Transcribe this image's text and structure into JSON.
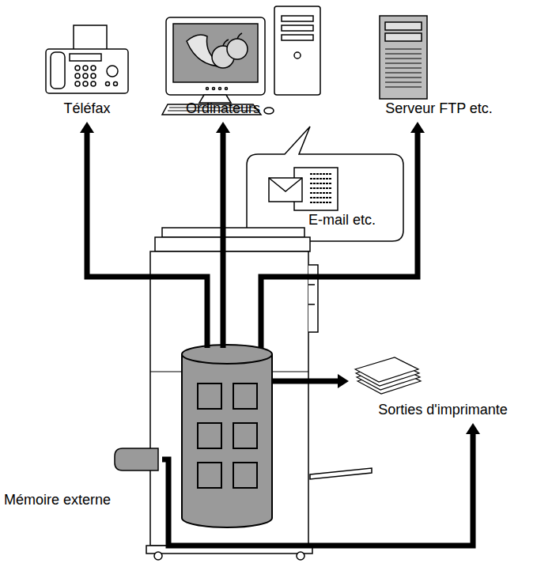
{
  "diagram": {
    "nodes": [
      {
        "text": [
          "Téléfax"
        ]
      },
      {
        "text": [
          "Ordinateurs"
        ]
      },
      {
        "text": [
          "Serveur FTP etc."
        ]
      },
      {
        "text": [
          "E-mail etc."
        ]
      },
      {
        "text": []
      },
      {
        "text": [
          "Sorties d'imprimante"
        ]
      },
      {
        "text": [
          "Mémoire externe"
        ]
      }
    ],
    "edges": [
      {
        "from": 4,
        "to": 0,
        "arrow": "to"
      },
      {
        "from": 4,
        "to": 1,
        "arrow": "to"
      },
      {
        "from": 4,
        "to": 2,
        "arrow": "to"
      },
      {
        "from": 4,
        "to": 5,
        "arrow": "to"
      },
      {
        "from": 6,
        "to": 5,
        "arrow": "to"
      }
    ]
  }
}
